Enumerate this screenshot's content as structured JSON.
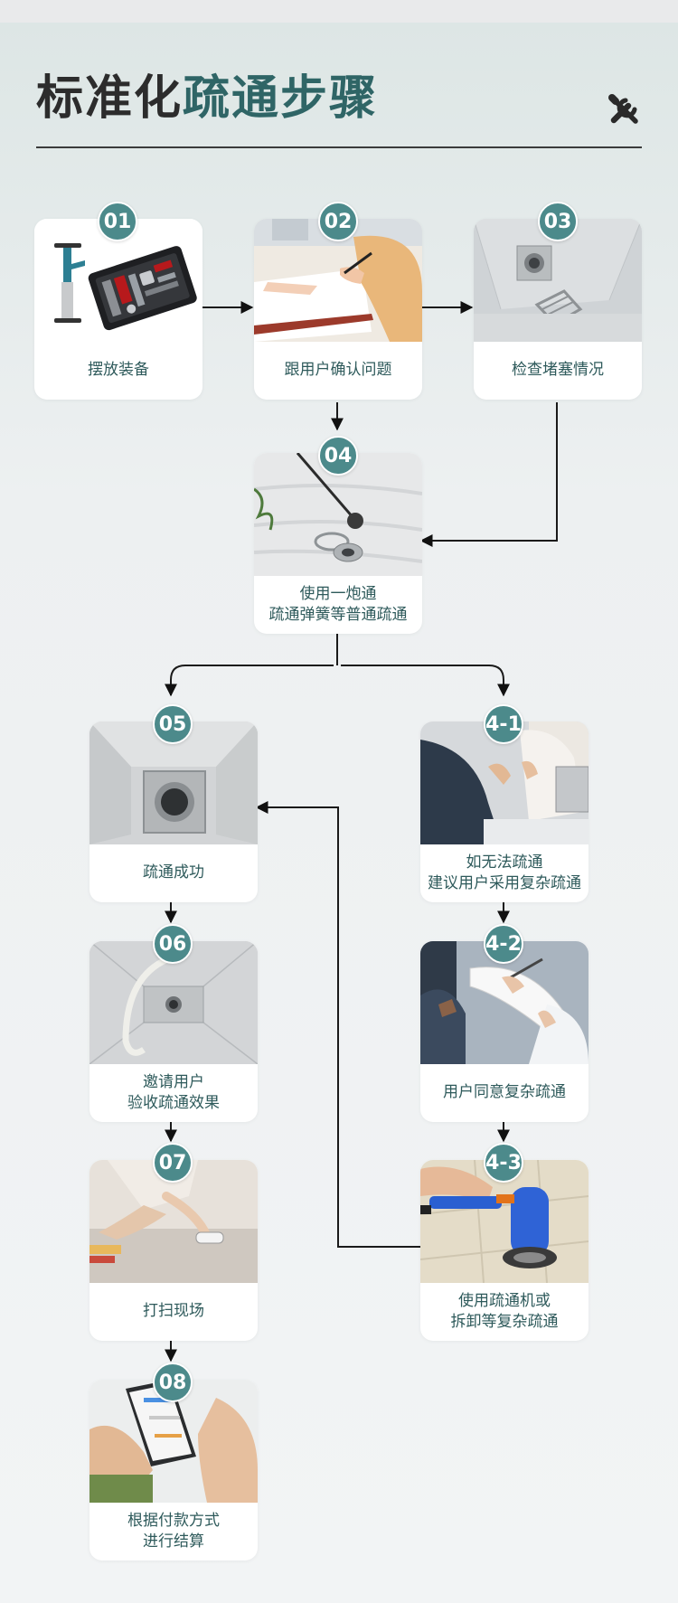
{
  "header": {
    "title_part1": "标准化",
    "title_part2": "疏通步骤",
    "icon": "wrench-screwdriver-icon"
  },
  "colors": {
    "accent": "#2f6566",
    "badge": "#4c8a8b",
    "label_text": "#2e5a5b",
    "title_dark": "#2c2c2c"
  },
  "steps": [
    {
      "id": "01",
      "label": "摆放装备"
    },
    {
      "id": "02",
      "label": "跟用户确认问题"
    },
    {
      "id": "03",
      "label": "检查堵塞情况"
    },
    {
      "id": "04",
      "label": "使用一炮通\n疏通弹簧等普通疏通"
    },
    {
      "id": "05",
      "label": "疏通成功"
    },
    {
      "id": "06",
      "label": "邀请用户\n验收疏通效果"
    },
    {
      "id": "07",
      "label": "打扫现场"
    },
    {
      "id": "08",
      "label": "根据付款方式\n进行结算"
    },
    {
      "id": "4-1",
      "label": "如无法疏通\n建议用户采用复杂疏通"
    },
    {
      "id": "4-2",
      "label": "用户同意复杂疏通"
    },
    {
      "id": "4-3",
      "label": "使用疏通机或\n拆卸等复杂疏通"
    }
  ]
}
